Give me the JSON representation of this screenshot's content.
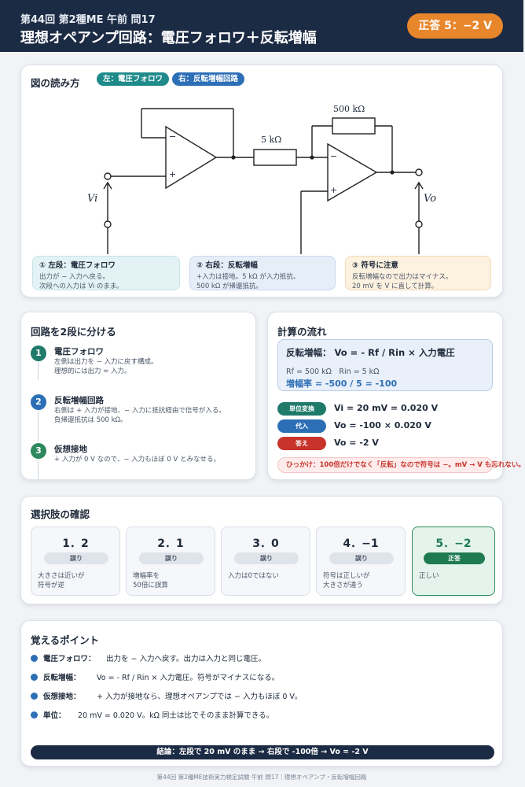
{
  "header": {
    "subtitle": "第44回 第2種ME 午前 問17",
    "title": "理想オペアンプ回路：電圧フォロワ＋反転増幅",
    "answer": "正答 5：−2 V"
  },
  "diagram_card": {
    "title": "図の読み方",
    "tags": [
      {
        "label": "左：電圧フォロワ",
        "color": "#1f8a8a"
      },
      {
        "label": "右：反転増幅回路",
        "color": "#2d6fb6"
      }
    ],
    "circuit": {
      "r_feedback": "500 kΩ",
      "r_input": "5 kΩ",
      "vin_label": "Vi",
      "vout_label": "Vo",
      "minus": "−",
      "plus": "+"
    },
    "notes": [
      {
        "title": "① 左段：電圧フォロワ",
        "body": "出力が − 入力へ戻る。\n次段への入力は Vi のまま。",
        "bg": "#e3f3f5"
      },
      {
        "title": "② 右段：反転増幅",
        "body": "+入力は接地。5 kΩ が入力抵抗、\n500 kΩ が帰還抵抗。",
        "bg": "#e6eef8"
      },
      {
        "title": "③ 符号に注意",
        "body": "反転増幅なので出力はマイナス。\n20 mV を V に直して計算。",
        "bg": "#fdf1e0"
      }
    ]
  },
  "steps_card": {
    "title": "回路を2段に分ける",
    "steps": [
      {
        "num": "1",
        "title": "電圧フォロワ",
        "body": "左側は出力を − 入力に戻す構成。\n理想的には出力 = 入力。",
        "color": "#1f7a6a"
      },
      {
        "num": "2",
        "title": "反転増幅回路",
        "body": "右側は + 入力が接地、− 入力に抵抗経由で信号が入る。\n負帰還抵抗は 500 kΩ。",
        "color": "#2d6fb6"
      },
      {
        "num": "3",
        "title": "仮想接地",
        "body": "+ 入力が 0 V なので、− 入力もほぼ 0 V とみなせる。",
        "color": "#2e8a5e"
      }
    ]
  },
  "calc_card": {
    "title": "計算の流れ",
    "formula": "反転増幅： Vo = - Rf / Rin × 入力電圧",
    "params": "Rf = 500 kΩ　Rin = 5 kΩ",
    "gain": "増幅率 = -500 / 5 = -100",
    "rows": [
      {
        "badge": "単位変換",
        "value": "Vi = 20 mV = 0.020 V",
        "color": "#1f7a6a"
      },
      {
        "badge": "代入",
        "value": "Vo = -100 × 0.020 V",
        "color": "#2d6fb6"
      },
      {
        "badge": "答え",
        "value": "Vo = -2 V",
        "color": "#c8342c"
      }
    ],
    "warning": "ひっかけ：100倍だけでなく「反転」なので符号は −。mV → V も忘れない。"
  },
  "options_card": {
    "title": "選択肢の確認",
    "options": [
      {
        "label": "1．2",
        "badge": "誤り",
        "desc": "大きさは近いが\n符号が逆",
        "correct": false
      },
      {
        "label": "2．1",
        "badge": "誤り",
        "desc": "増幅率を\n50倍に誤算",
        "correct": false
      },
      {
        "label": "3．0",
        "badge": "誤り",
        "desc": "入力は0ではない",
        "correct": false
      },
      {
        "label": "4．−1",
        "badge": "誤り",
        "desc": "符号は正しいが\n大きさが違う",
        "correct": false
      },
      {
        "label": "5．−2",
        "badge": "正答",
        "desc": "正しい",
        "correct": true
      }
    ]
  },
  "points_card": {
    "title": "覚えるポイント",
    "points": [
      {
        "key": "電圧フォロワ：",
        "text": "出力を − 入力へ戻す。出力は入力と同じ電圧。"
      },
      {
        "key": "反転増幅：",
        "text": "Vo = - Rf / Rin × 入力電圧。符号がマイナスになる。"
      },
      {
        "key": "仮想接地：",
        "text": "+ 入力が接地なら、理想オペアンプでは − 入力もほぼ 0 V。"
      },
      {
        "key": "単位：",
        "text": "20 mV = 0.020 V。kΩ 同士は比でそのまま計算できる。"
      }
    ],
    "conclusion": "結論：左段で 20 mV のまま → 右段で -100倍 → Vo = -2 V"
  },
  "footer": "第44回 第2種ME技術実力検定試験 午前 問17｜理想オペアンプ・反転増幅回路"
}
